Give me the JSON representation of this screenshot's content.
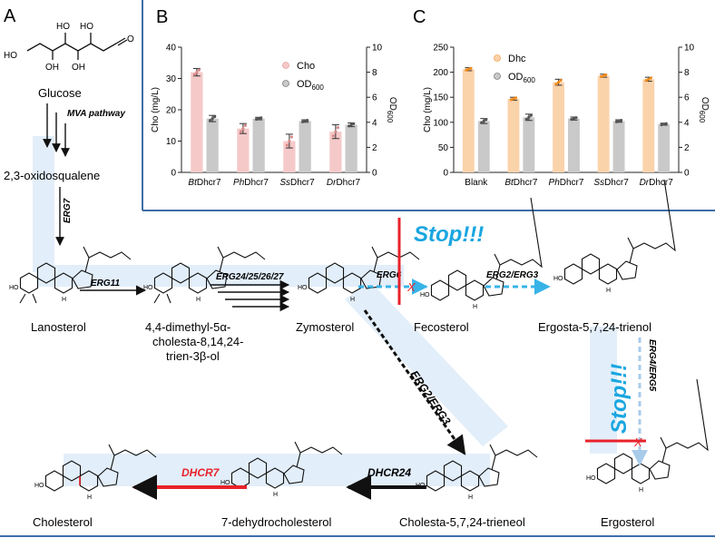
{
  "panels": {
    "a": {
      "letter": "A",
      "glucose_label": "Glucose",
      "mva_label": "MVA pathway",
      "oxidosqualene_label": "2,3-oxidosqualene",
      "erg7_label": "ERG7",
      "glucose_atoms": {
        "ho": "HO",
        "oh": "OH",
        "o": "O"
      }
    },
    "b": {
      "letter": "B"
    },
    "c": {
      "letter": "C"
    }
  },
  "pathway": {
    "lanosterol": "Lanosterol",
    "dimethyl_line1": "4,4-dimethyl-5α-",
    "dimethyl_line2": "cholesta-8,14,24-",
    "dimethyl_line3": "trien-3β-ol",
    "zymosterol": "Zymosterol",
    "fecosterol": "Fecosterol",
    "ergostatrienol": "Ergosta-5,7,24-trienol",
    "ergosterol": "Ergosterol",
    "cholestatrieneol": "Cholesta-5,7,24-trieneol",
    "dehydrocholesterol": "7-dehydrocholesterol",
    "cholesterol": "Cholesterol",
    "enzymes": {
      "erg11": "ERG11",
      "erg24": "ERG24/25/26/27",
      "erg6": "ERG6",
      "erg2_erg3_top": "ERG2/ERG3",
      "erg2_erg3_diag": "ERG2/ERG3",
      "erg4_erg5": "ERG4/ERG5",
      "dhcr24": "DHCR24",
      "dhcr7": "DHCR7"
    },
    "stop_label": "Stop!!!",
    "block_mark": "X",
    "atoms": {
      "ho": "HO",
      "h": "H"
    },
    "colors": {
      "stop": "#1aa6e0",
      "red": "#e8222a",
      "flow": "#dbe9f8",
      "dashed_blue": "#38b3e8"
    }
  },
  "chart_data": [
    {
      "type": "bar",
      "panel": "B",
      "categories": [
        "BtDhcr7",
        "PhDhcr7",
        "SsDhcr7",
        "DrDhcr7"
      ],
      "category_labels": [
        {
          "italic": "Bt",
          "rest": "Dhcr7"
        },
        {
          "italic": "Ph",
          "rest": "Dhcr7"
        },
        {
          "italic": "Ss",
          "rest": "Dhcr7"
        },
        {
          "italic": "Dr",
          "rest": "Dhcr7"
        }
      ],
      "series": [
        {
          "name": "Cho",
          "axis": "left",
          "color": "#f6c9c9",
          "dot_color": "#d98a8a",
          "values": [
            32,
            14,
            10,
            13
          ],
          "errors": [
            1.2,
            1.6,
            2.2,
            2.2
          ]
        },
        {
          "name_main": "OD",
          "name_sub": "600",
          "axis": "right",
          "color": "#c9c9c9",
          "dot_color": "#555555",
          "values": [
            4.3,
            4.3,
            4.1,
            3.8
          ],
          "errors": [
            0.25,
            0.1,
            0.1,
            0.15
          ]
        }
      ],
      "ylabel_left": "Cho (mg/L)",
      "ylabel_right_main": "OD",
      "ylabel_right_sub": "600",
      "yticks_left": [
        "0",
        "10",
        "20",
        "30",
        "40"
      ],
      "yticks_right": [
        "0",
        "2",
        "4",
        "6",
        "8",
        "10"
      ],
      "ylim_left": [
        0,
        40
      ],
      "ylim_right": [
        0,
        10
      ],
      "legend_placement": "top-right"
    },
    {
      "type": "bar",
      "panel": "C",
      "categories": [
        "Blank",
        "BtDhcr7",
        "PhDhcr7",
        "SsDhcr7",
        "DrDhcr7"
      ],
      "category_labels": [
        {
          "italic": "",
          "rest": "Blank"
        },
        {
          "italic": "Bt",
          "rest": "Dhcr7"
        },
        {
          "italic": "Ph",
          "rest": "Dhcr7"
        },
        {
          "italic": "Ss",
          "rest": "Dhcr7"
        },
        {
          "italic": "Dr",
          "rest": "Dhcr7"
        }
      ],
      "series": [
        {
          "name": "Dhc",
          "axis": "left",
          "color": "#fbd3ab",
          "dot_color": "#f28c1e",
          "values": [
            206,
            147,
            180,
            193,
            186
          ],
          "errors": [
            3,
            3,
            6,
            3,
            4
          ]
        },
        {
          "name_main": "OD",
          "name_sub": "600",
          "axis": "right",
          "color": "#c9c9c9",
          "dot_color": "#555555",
          "values": [
            4.1,
            4.4,
            4.3,
            4.1,
            3.85
          ],
          "errors": [
            0.2,
            0.25,
            0.12,
            0.1,
            0.08
          ]
        }
      ],
      "ylabel_left": "Cho (mg/L)",
      "ylabel_right_main": "OD",
      "ylabel_right_sub": "600",
      "yticks_left": [
        "0",
        "50",
        "100",
        "150",
        "200",
        "250"
      ],
      "yticks_right": [
        "0",
        "2",
        "4",
        "6",
        "8",
        "10"
      ],
      "ylim_left": [
        0,
        250
      ],
      "ylim_right": [
        0,
        10
      ],
      "legend_placement": "top-left"
    }
  ]
}
